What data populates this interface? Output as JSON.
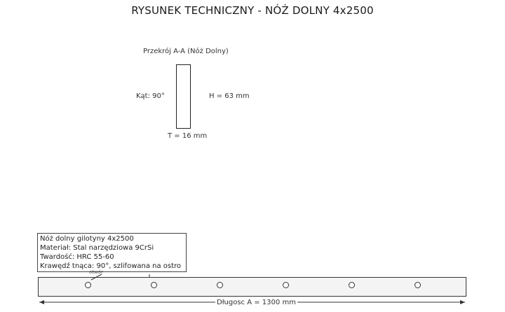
{
  "drawing": {
    "title": "RYSUNEK TECHNICZNY - NÓŻ DOLNY 4x2500",
    "section": {
      "title": "Przekrój A-A (Nóż Dolny)",
      "angle": "Kąt: 90°",
      "height": "H = 63 mm",
      "thickness": "T = 16 mm"
    },
    "specs": [
      "Nóż dolny gilotyny 4x2500",
      "Materiał: Stal narzędziowa 9CrSi",
      "Twardość: HRC 55-60",
      "Krawędź tnąca: 90°, szlifowana na ostro"
    ],
    "blade": {
      "hole_count": 6,
      "length_label": "Długosc A = 1300 mm",
      "hole_note": "otwór"
    }
  }
}
